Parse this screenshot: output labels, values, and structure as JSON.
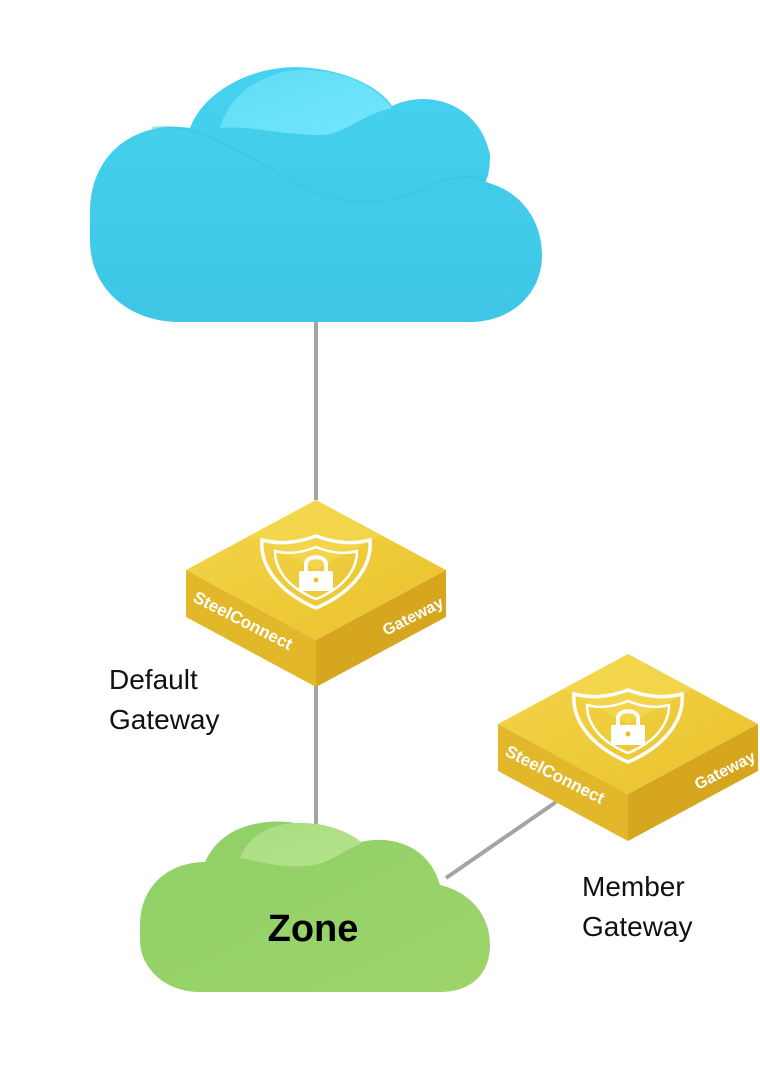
{
  "diagram": {
    "cloud": {
      "color": "#43cdea",
      "highlight": "#6ee4f8"
    },
    "default_gateway": {
      "brand_text": "SteelConnect",
      "type_text": "Gateway",
      "label_line1": "Default",
      "label_line2": "Gateway",
      "icon": "shield-lock-icon",
      "color": "#f0cc33"
    },
    "member_gateway": {
      "brand_text": "SteelConnect",
      "type_text": "Gateway",
      "label_line1": "Member",
      "label_line2": "Gateway",
      "icon": "shield-lock-icon",
      "color": "#f0cc33"
    },
    "zone": {
      "label": "Zone",
      "color": "#8ecf63"
    },
    "connector_color": "#a3a5a0"
  }
}
